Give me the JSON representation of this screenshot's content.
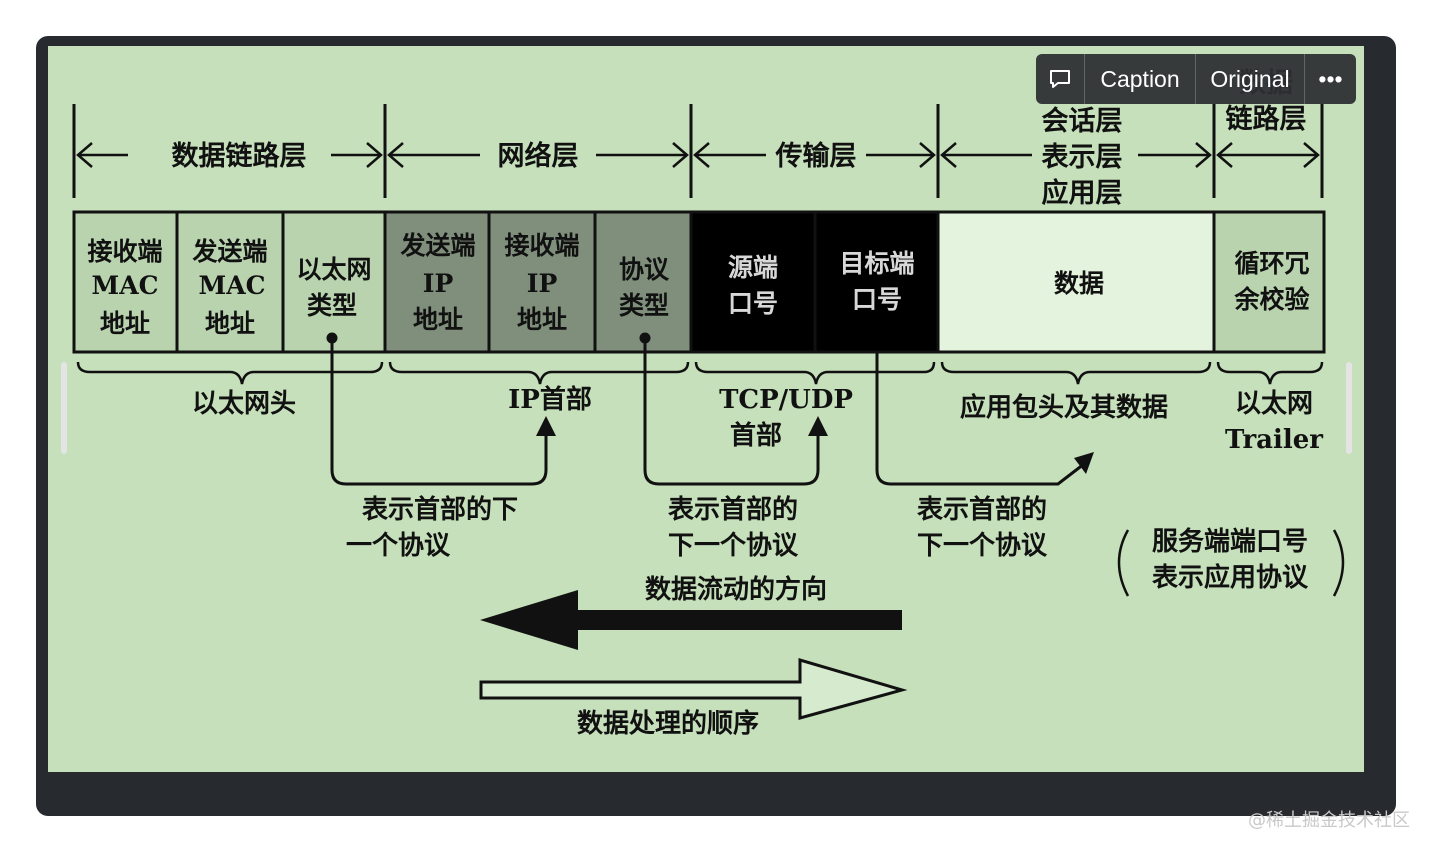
{
  "layers": {
    "datalink": "数据链路层",
    "network": "网络层",
    "transport": "传输层",
    "upper_line1": "会话层",
    "upper_line2": "表示层",
    "upper_line3": "应用层",
    "trailer_line1": "数据",
    "trailer_line2": "链路层"
  },
  "cells": {
    "dst_mac": [
      "接收端",
      "MAC",
      "地址"
    ],
    "src_mac": [
      "发送端",
      "MAC",
      "地址"
    ],
    "eth_type": [
      "以太网",
      "类型"
    ],
    "src_ip": [
      "发送端",
      "IP",
      "地址"
    ],
    "dst_ip": [
      "接收端",
      "IP",
      "地址"
    ],
    "proto_type": [
      "协议",
      "类型"
    ],
    "src_port": [
      "源端",
      "口号"
    ],
    "dst_port": [
      "目标端",
      "口号"
    ],
    "data": [
      "数据"
    ],
    "crc": [
      "循环冗",
      "余校验"
    ]
  },
  "groups": {
    "eth_header": "以太网头",
    "ip_header": "IP首部",
    "tcp_header_line1": "TCP/UDP",
    "tcp_header_line2": "首部",
    "app_data": "应用包头及其数据",
    "eth_trailer_line1": "以太网",
    "eth_trailer_line2": "Trailer"
  },
  "notes": {
    "eth_next_line1": "表示首部的下",
    "eth_next_line2": "一个协议",
    "ip_next_line1": "表示首部的",
    "ip_next_line2": "下一个协议",
    "tcp_next_line1": "表示首部的",
    "tcp_next_line2": "下一个协议",
    "port_note_line1": "服务端端口号",
    "port_note_line2": "表示应用协议"
  },
  "arrows": {
    "data_flow": "数据流动的方向",
    "processing_order": "数据处理的顺序"
  },
  "toolbar": {
    "caption": "Caption",
    "original": "Original",
    "more": "•••"
  },
  "watermark": "@稀土掘金技术社区",
  "colors": {
    "background": "#c6e0bb",
    "mac_cells": "#b9d3af",
    "ip_cells": "#7f8f7c",
    "port_cells": "#000000",
    "data_cell": "#e4f3dd",
    "frame": "#272a2e"
  }
}
